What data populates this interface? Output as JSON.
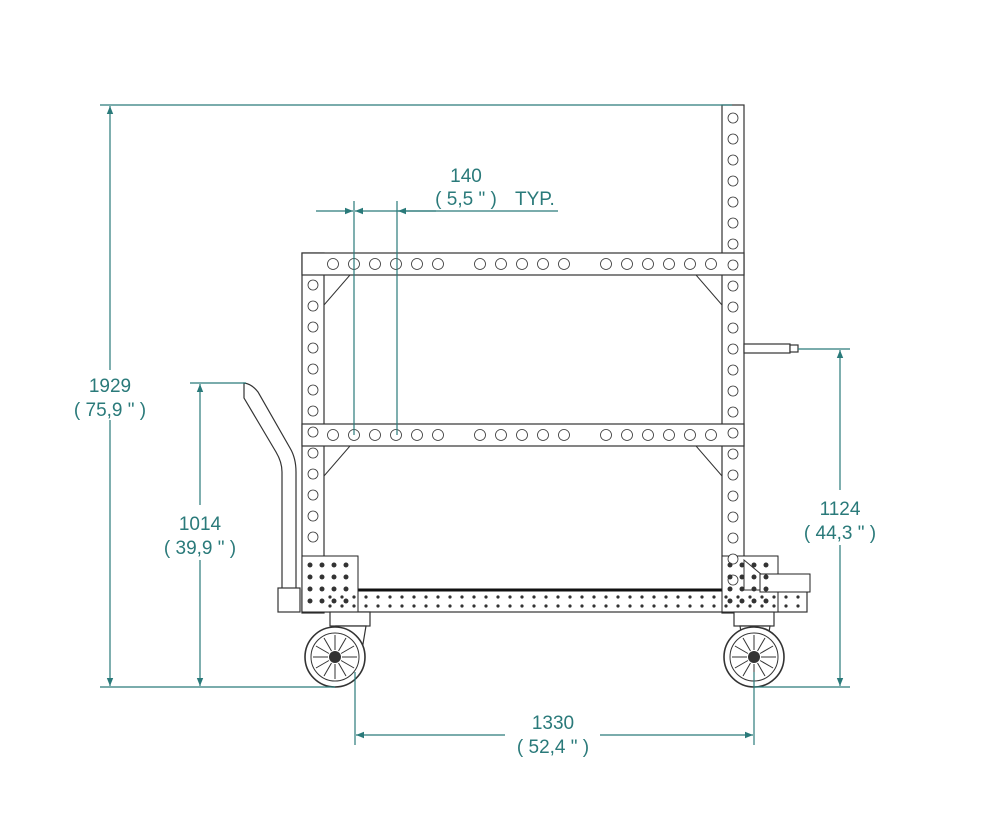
{
  "dimensions": {
    "overall_height": {
      "value": "1929",
      "inches": "( 75,9 \" )"
    },
    "handle_height": {
      "value": "1014",
      "inches": "( 39,9 \" )"
    },
    "handle_side_height": {
      "value": "1124",
      "inches": "( 44,3 \" )"
    },
    "hole_pitch": {
      "value": "140",
      "inches": "( 5,5 \" )",
      "suffix": "TYP."
    },
    "wheelbase": {
      "value": "1330",
      "inches": "( 52,4 \" )"
    }
  },
  "colors": {
    "dimension": "#2a7a7a",
    "frame": "#333333",
    "background": "#ffffff"
  }
}
